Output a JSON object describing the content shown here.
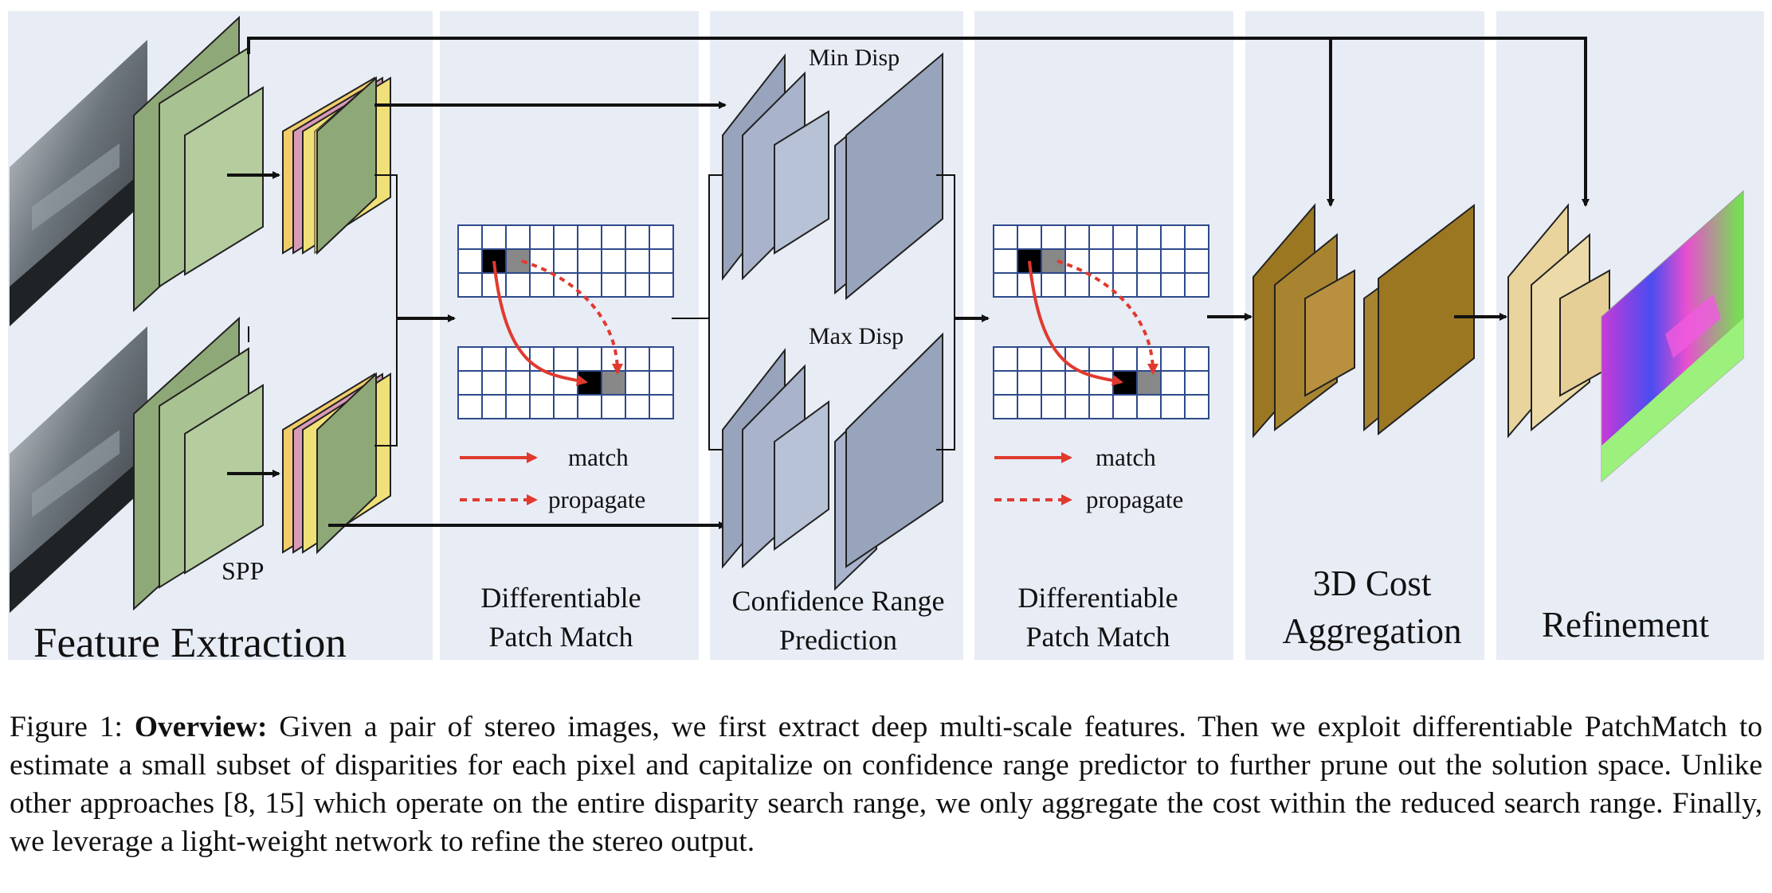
{
  "panels": {
    "feature_extraction": "Feature Extraction",
    "patch_match_1": [
      "Differentiable",
      "Patch Match"
    ],
    "confidence_range": [
      "Confidence Range",
      "Prediction"
    ],
    "patch_match_2": [
      "Differentiable",
      "Patch Match"
    ],
    "cost_aggregation": [
      "3D Cost",
      "Aggregation"
    ],
    "refinement": "Refinement"
  },
  "labels": {
    "spp": "SPP",
    "min_disp": "Min Disp",
    "max_disp": "Max Disp"
  },
  "legend": {
    "match": "match",
    "propagate": "propagate"
  },
  "colors": {
    "panel_bg": "#e8ecf5",
    "feature_green": "#8fa878",
    "feature_green_light": "#b5cc9f",
    "confidence_blue": "#98a4bc",
    "aggregation_brown": "#9b7722",
    "refinement_cream": "#e8d49c",
    "grid_blue": "#2e4a8c",
    "match_red": "#e03a2f"
  },
  "caption": {
    "prefix": "Figure 1: ",
    "bold": "Overview:",
    "text": " Given a pair of stereo images, we first extract deep multi-scale features. Then we exploit differentiable PatchMatch to estimate a small subset of disparities for each pixel and capitalize on confidence range predictor to further prune out the solution space. Unlike other approaches [8, 15] which operate on the entire disparity search range, we only aggregate the cost within the reduced search range. Finally, we leverage a light-weight network to refine the stereo output."
  }
}
